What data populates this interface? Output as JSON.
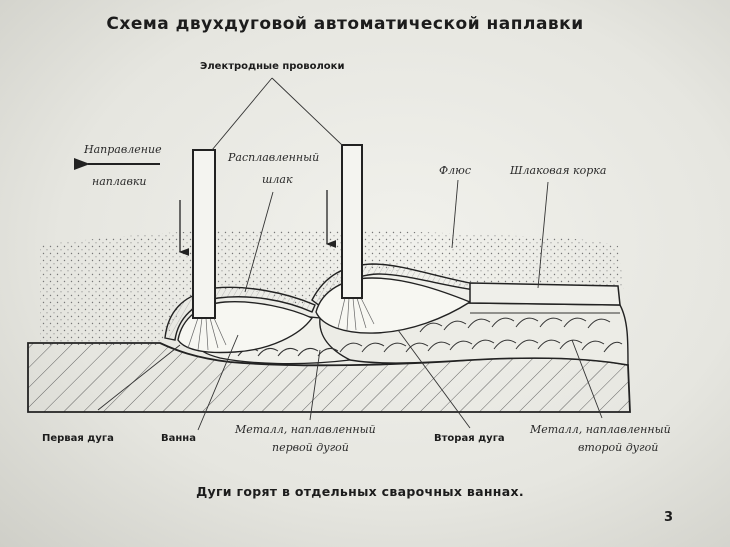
{
  "title": "Схема двухдуговой автоматической наплавки",
  "labels": {
    "electrodes": "Электродные проволоки",
    "direction_line1": "Направление",
    "direction_line2": "наплавки",
    "molten_slag_line1": "Расплавленный",
    "molten_slag_line2": "шлак",
    "flux": "Флюс",
    "slag_crust": "Шлаковая корка",
    "first_arc": "Первая дуга",
    "pool": "Ванна",
    "metal_first_line1": "Металл, наплавленный",
    "metal_first_line2": "первой дугой",
    "second_arc": "Вторая дуга",
    "metal_second_line1": "Металл, наплавленный",
    "metal_second_line2": "второй дугой"
  },
  "caption": "Дуги горят в отдельных сварочных ваннах.",
  "page_number": "3"
}
